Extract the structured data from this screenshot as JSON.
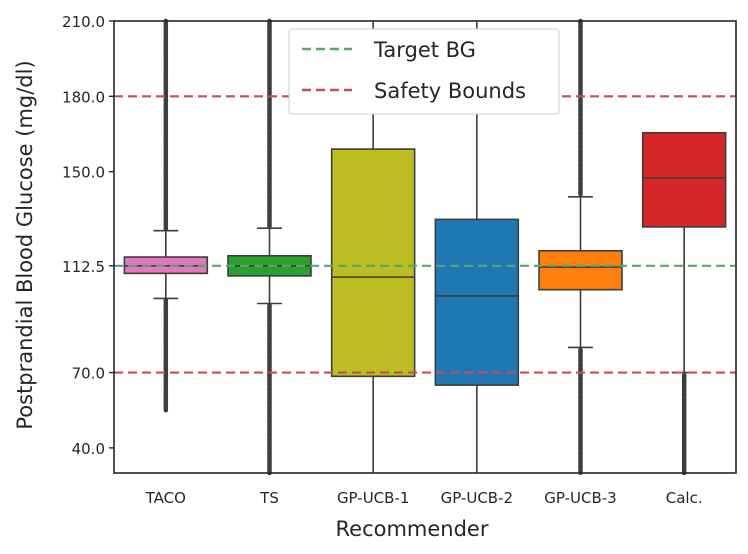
{
  "chart_data": {
    "type": "box",
    "xlabel": "Recommender",
    "ylabel": "Postprandial Blood Glucose (mg/dl)",
    "ylim": [
      30,
      210
    ],
    "yticks": [
      40.0,
      70.0,
      112.5,
      150.0,
      180.0,
      210.0
    ],
    "ytick_labels": [
      "40.0",
      "70.0",
      "112.5",
      "150.0",
      "180.0",
      "210.0"
    ],
    "grid": false,
    "legend_position": "top-center",
    "categories": [
      "TACO",
      "TS",
      "GP-UCB-1",
      "GP-UCB-2",
      "GP-UCB-3",
      "Calc."
    ],
    "boxes": [
      {
        "name": "TACO",
        "color": "#e377c2",
        "q1": 109.5,
        "median": 112.5,
        "q3": 116,
        "whisker_low": 99.5,
        "whisker_high": 126.5,
        "outliers_low": [
          55,
          99
        ],
        "outliers_high": [
          127,
          210
        ]
      },
      {
        "name": "TS",
        "color": "#2ca02c",
        "q1": 108.5,
        "median": 112.5,
        "q3": 116.5,
        "whisker_low": 97.5,
        "whisker_high": 127.5,
        "outliers_low": [
          30,
          97
        ],
        "outliers_high": [
          128,
          210
        ]
      },
      {
        "name": "GP-UCB-1",
        "color": "#bcbd22",
        "q1": 68.5,
        "median": 108,
        "q3": 159,
        "whisker_low": 30,
        "whisker_high": 210
      },
      {
        "name": "GP-UCB-2",
        "color": "#1f77b4",
        "q1": 65,
        "median": 100.5,
        "q3": 131,
        "whisker_low": 30,
        "whisker_high": 210
      },
      {
        "name": "GP-UCB-3",
        "color": "#ff7f0e",
        "q1": 103,
        "median": 112,
        "q3": 118.5,
        "whisker_low": 80,
        "whisker_high": 140,
        "outliers_low": [
          30,
          79
        ],
        "outliers_high": [
          141,
          210
        ]
      },
      {
        "name": "Calc.",
        "color": "#d62728",
        "q1": 128,
        "median": 147.5,
        "q3": 165.5,
        "whisker_low": 70,
        "whisker_high": 165.5,
        "outliers_low": [
          30,
          69
        ]
      }
    ],
    "reference_lines": [
      {
        "name": "Target BG",
        "y": 112.5,
        "color": "#55a868"
      },
      {
        "name": "Safety Bounds",
        "y": 180,
        "color": "#c44e52"
      },
      {
        "name": "Safety Bounds",
        "y": 70,
        "color": "#c44e52"
      }
    ],
    "legend": [
      {
        "label": "Target BG",
        "color": "#55a868"
      },
      {
        "label": "Safety Bounds",
        "color": "#c44e52"
      }
    ]
  }
}
